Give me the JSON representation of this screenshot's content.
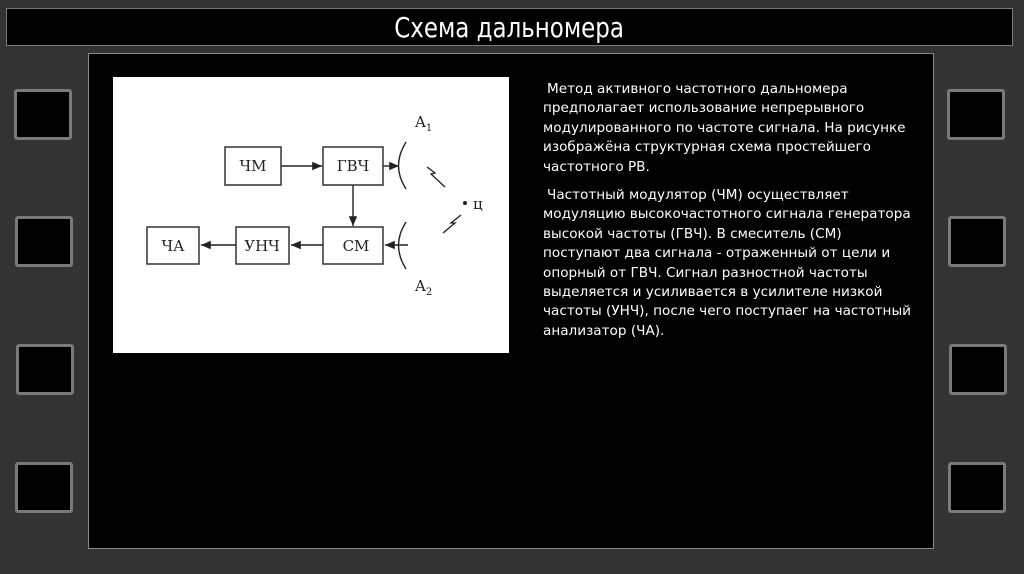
{
  "slide": {
    "title": "Схема дальномера",
    "colors": {
      "background": "#333333",
      "panel": "#000000",
      "border": "#7a7a7a",
      "text": "#ffffff"
    }
  },
  "figure": {
    "blocks": {
      "fm": "ЧМ",
      "hf_gen": "ГВЧ",
      "mixer": "СМ",
      "lf_amp": "УНЧ",
      "freq_analyzer": "ЧА"
    },
    "antenna_1": "A",
    "antenna_1_sub": "1",
    "antenna_2": "A",
    "antenna_2_sub": "2",
    "target": "ц"
  },
  "text": {
    "paragraphs": [
      "Метод активного частотного дальномера предполагает использование непрерывного модулированного по частоте сигнала. На рисунке изображёна структурная схема простейшего частотного РВ.",
      "Частотный модулятор (ЧМ) осуществляет модуляцию высокочастотного сигнала генератора высокой частоты (ГВЧ). В смеситель (СМ) поступают два сигнала - отраженный от цели и опорный от ГВЧ. Сигнал разностной частоты выделяется и усиливается в усилителе низкой частоты (УНЧ), после чего поступаег на частотный анализатор (ЧА)."
    ]
  }
}
